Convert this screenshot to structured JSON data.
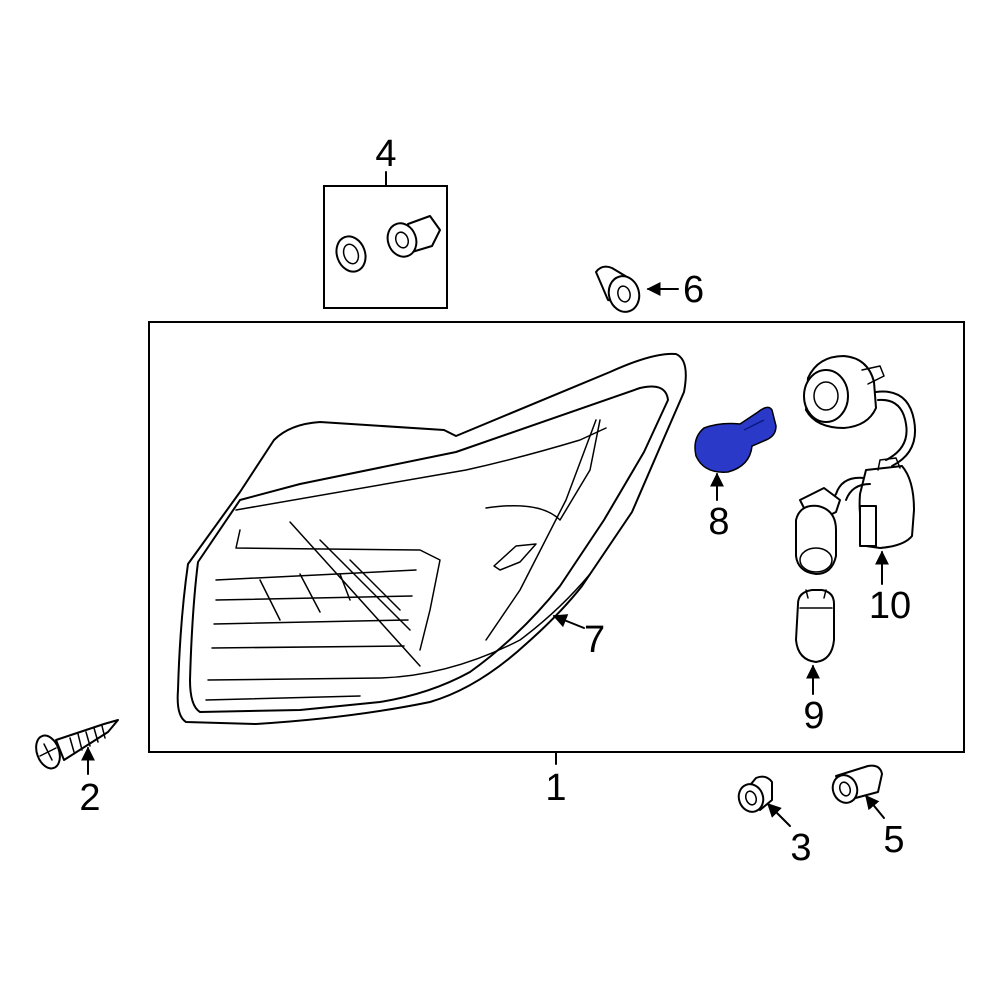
{
  "callouts": {
    "c1": "1",
    "c2": "2",
    "c3": "3",
    "c4": "4",
    "c5": "5",
    "c6": "6",
    "c7": "7",
    "c8": "8",
    "c9": "9",
    "c10": "10"
  },
  "colors": {
    "highlight_part": "#2b39c9",
    "line": "#000000",
    "background": "#ffffff"
  },
  "highlighted_part": "8"
}
